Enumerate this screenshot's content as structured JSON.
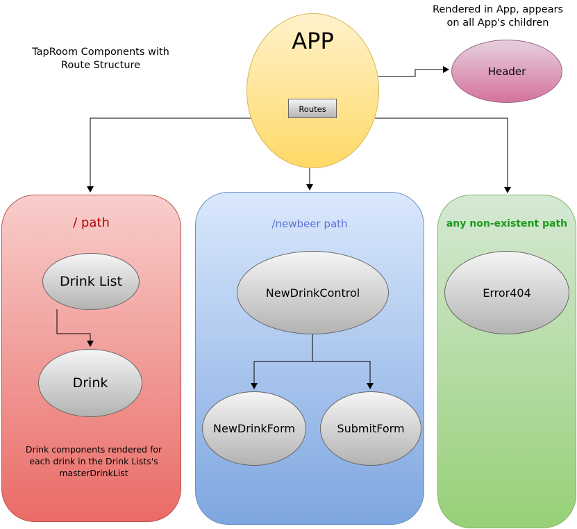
{
  "title": "TapRoom Components with Route Structure",
  "header_note": "Rendered in App, appears on all App's children",
  "app": {
    "label": "APP",
    "routes_label": "Routes"
  },
  "header": {
    "label": "Header"
  },
  "panels": {
    "root": {
      "path_label": "/ path",
      "path_color": "#b20000",
      "drink_list": "Drink List",
      "drink": "Drink",
      "note": "Drink components rendered for each drink in the Drink Lists's masterDrinkList"
    },
    "newbeer": {
      "path_label": "/newbeer path",
      "path_color": "#5a6fd6",
      "control": "NewDrinkControl",
      "form": "NewDrinkForm",
      "submit": "SubmitForm"
    },
    "notfound": {
      "path_label": "any non-existent path",
      "path_color": "#1a9a1a",
      "error": "Error404"
    }
  },
  "colors": {
    "red_panel": "#f8cecc",
    "blue_panel": "#dae8fc",
    "green_panel": "#d5e8d4",
    "app_fill": "#ffd966",
    "header_fill": "#d5739d"
  }
}
